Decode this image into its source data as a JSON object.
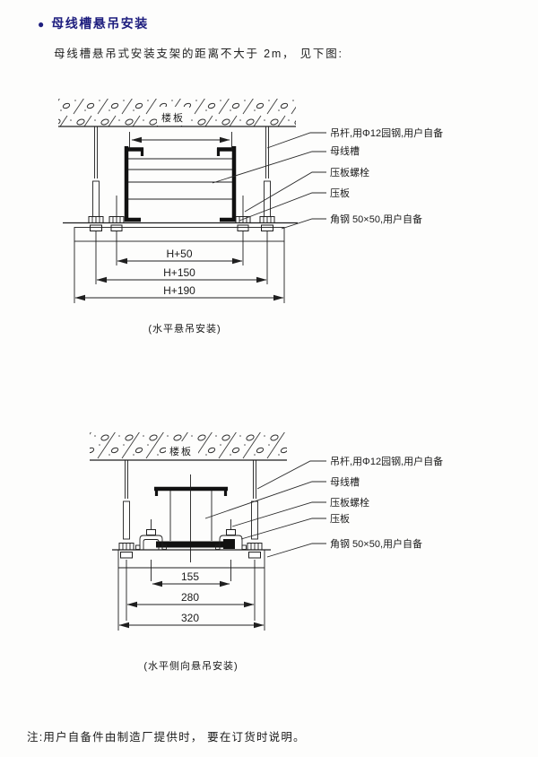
{
  "page": {
    "bullet": "●",
    "title": "母线槽悬吊安装",
    "intro": "母线槽悬吊式安装支架的距离不大于 2m， 见下图:",
    "note": "注:用户自备件由制造厂提供时， 要在订货时说明。"
  },
  "colors": {
    "title_navy": "#1d1d7e",
    "ink": "#1d1d1d",
    "paper": "#fdfdfc"
  },
  "diagram1": {
    "slab_label": "楼板",
    "labels": {
      "rod": "吊杆,用Φ12园钢,用户自备",
      "busway": "母线槽",
      "clamp_bolt": "压板螺栓",
      "clamp": "压板",
      "angle": "角钢 50×50,用户自备"
    },
    "dims": {
      "d1": "H+50",
      "d2": "H+150",
      "d3": "H+190"
    },
    "caption": "(水平悬吊安装)"
  },
  "diagram2": {
    "slab_label": "楼板",
    "labels": {
      "rod": "吊杆,用Φ12园钢,用户自备",
      "busway": "母线槽",
      "clamp_bolt": "压板螺栓",
      "clamp": "压板",
      "angle": "角钢 50×50,用户自备"
    },
    "dims": {
      "d1": "155",
      "d2": "280",
      "d3": "320"
    },
    "caption": "(水平侧向悬吊安装)"
  }
}
